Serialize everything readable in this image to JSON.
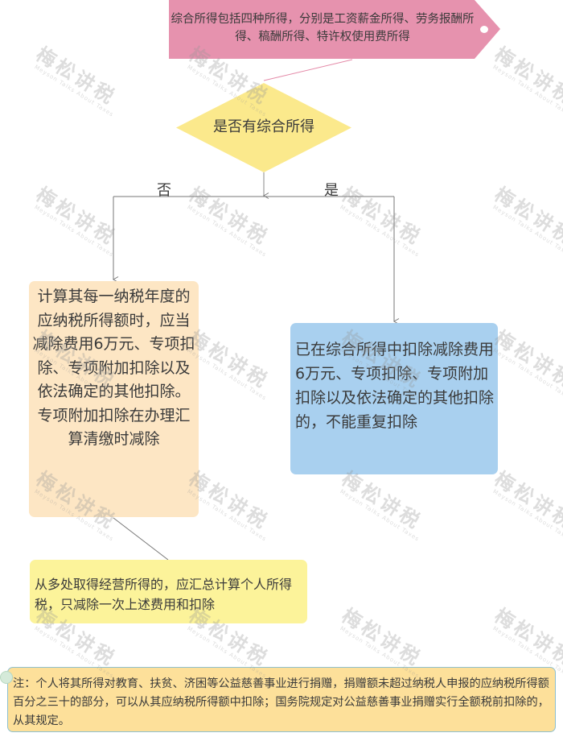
{
  "diagram": {
    "top_tag": {
      "text": "综合所得包括四种所得，分别是工资薪金所得、劳务报酬所得、稿酬所得、特许权使用费所得",
      "color": "#e692ae"
    },
    "decision": {
      "text": "是否有综合所得",
      "color": "#fbe98c"
    },
    "branches": {
      "no_label": "否",
      "yes_label": "是"
    },
    "left_box": {
      "text": "计算其每一纳税年度的应纳税所得额时，应当减除费用6万元、专项扣除、专项附加扣除以及依法确定的其他扣除。专项附加扣除在办理汇算清缴时减除",
      "color": "#fde6c4"
    },
    "right_box": {
      "text": "已在综合所得中扣除减除费用6万元、专项扣除、专项附加扣除以及依法确定的其他扣除的，不能重复扣除",
      "color": "#a9d0ef"
    },
    "sub_note": {
      "text": "从多处取得经营所得的，应汇总计算个人所得税，只减除一次上述费用和扣除",
      "color": "#fcf39a"
    },
    "footer_note": {
      "text": "注：个人将其所得对教育、扶贫、济困等公益慈善事业进行捐赠，捐赠额未超过纳税人申报的应纳税所得额百分之三十的部分，可以从其应纳税所得额中扣除；国务院规定对公益慈善事业捐赠实行全额税前扣除的，从其规定。",
      "color": "#fde09a"
    }
  },
  "watermark": {
    "text_cn": "梅松讲税",
    "text_en": "Meyson Talks About Taxes"
  }
}
